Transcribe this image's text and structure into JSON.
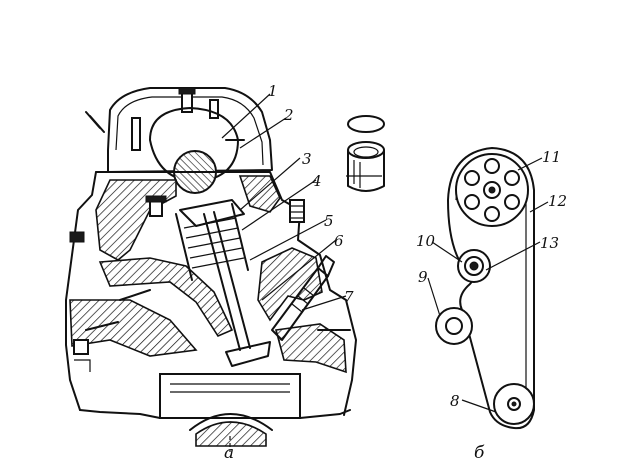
{
  "figure": {
    "captions": {
      "left": "а",
      "right": "б"
    },
    "callouts": [
      "1",
      "2",
      "3",
      "4",
      "5",
      "6",
      "7",
      "8",
      "9",
      "10",
      "11",
      "12",
      "13"
    ]
  }
}
